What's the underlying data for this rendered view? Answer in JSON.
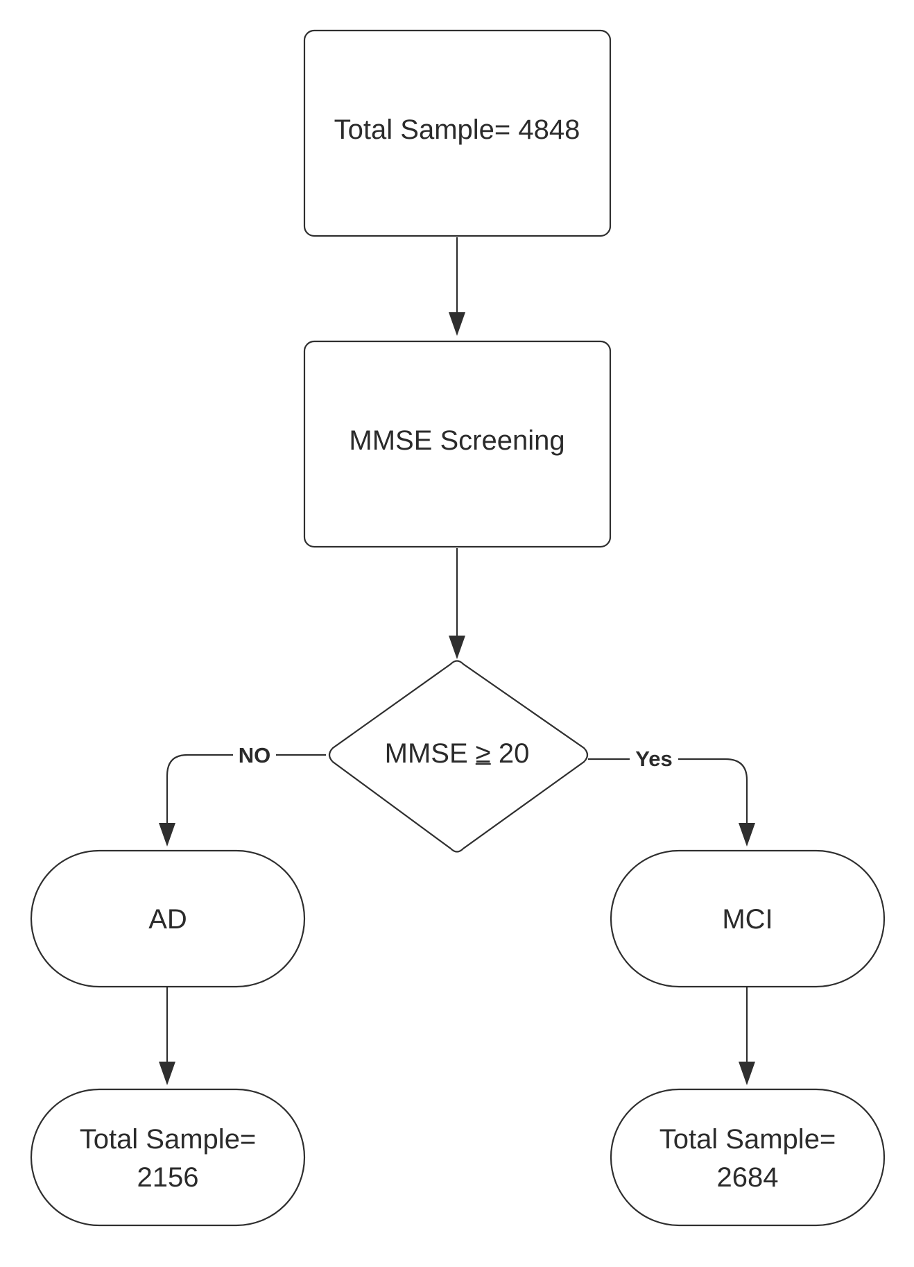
{
  "diagram": {
    "nodes": {
      "total": {
        "label": "Total Sample= 4848"
      },
      "screening": {
        "label": "MMSE Screening"
      },
      "decision": {
        "prefix": "MMSE ",
        "operator": "≥",
        "value": " 20"
      },
      "ad": {
        "label": "AD"
      },
      "mci": {
        "label": "MCI"
      },
      "ad_total": {
        "line1": "Total Sample=",
        "line2": "2156"
      },
      "mci_total": {
        "line1": "Total Sample=",
        "line2": "2684"
      }
    },
    "edges": {
      "no_label": "NO",
      "yes_label": "Yes"
    },
    "colors": {
      "stroke": "#2f2f2f",
      "text": "#2b2b2b",
      "background": "#ffffff"
    }
  }
}
